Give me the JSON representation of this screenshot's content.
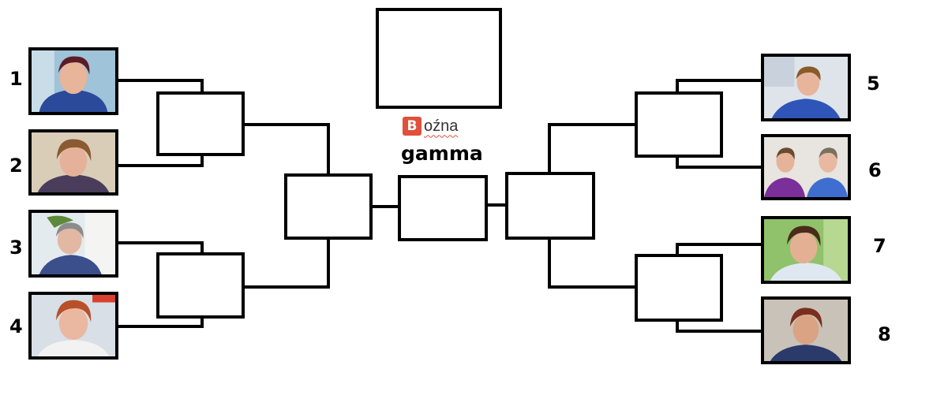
{
  "left_seeds": [
    "1",
    "2",
    "3",
    "4"
  ],
  "right_seeds": [
    "5",
    "6",
    "7",
    "8"
  ],
  "logo": {
    "badge": "B",
    "text": "oźna"
  },
  "subtitle": "gamma",
  "colors": {
    "line": "#000000",
    "logo_badge": "#e0503a"
  }
}
